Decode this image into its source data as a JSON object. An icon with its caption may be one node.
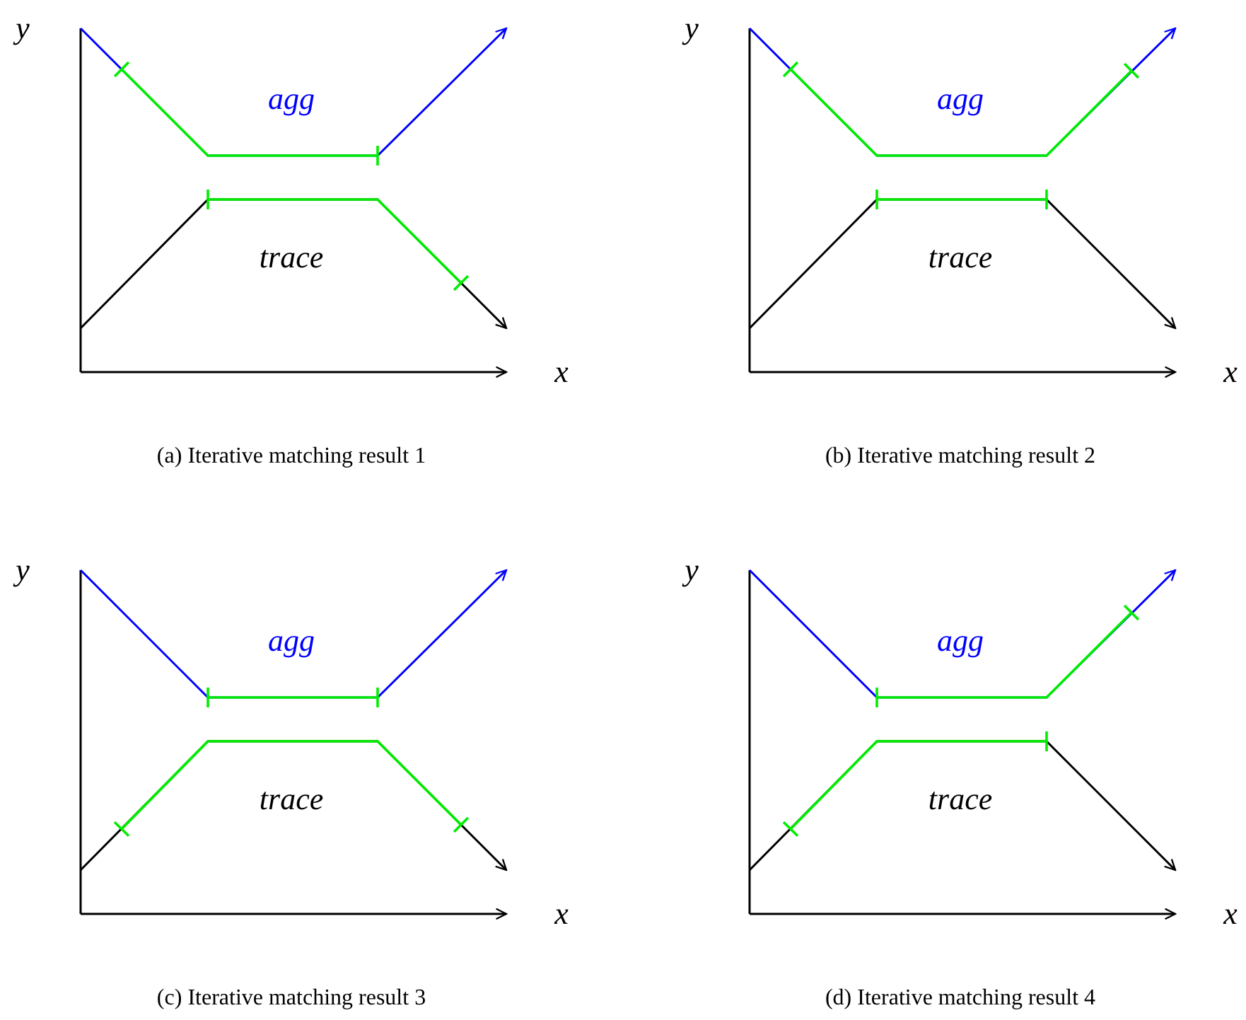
{
  "diagram": {
    "labels": [
      "y",
      "agg",
      "trace",
      "x",
      "(a) Iterative matching result 1",
      "y",
      "agg",
      "trace",
      "x",
      "(b) Iterative matching result 2",
      "y",
      "agg",
      "trace",
      "x",
      "(c) Iterative matching result 3",
      "y",
      "agg",
      "trace",
      "x",
      "(d) Iterative matching result 4"
    ]
  }
}
